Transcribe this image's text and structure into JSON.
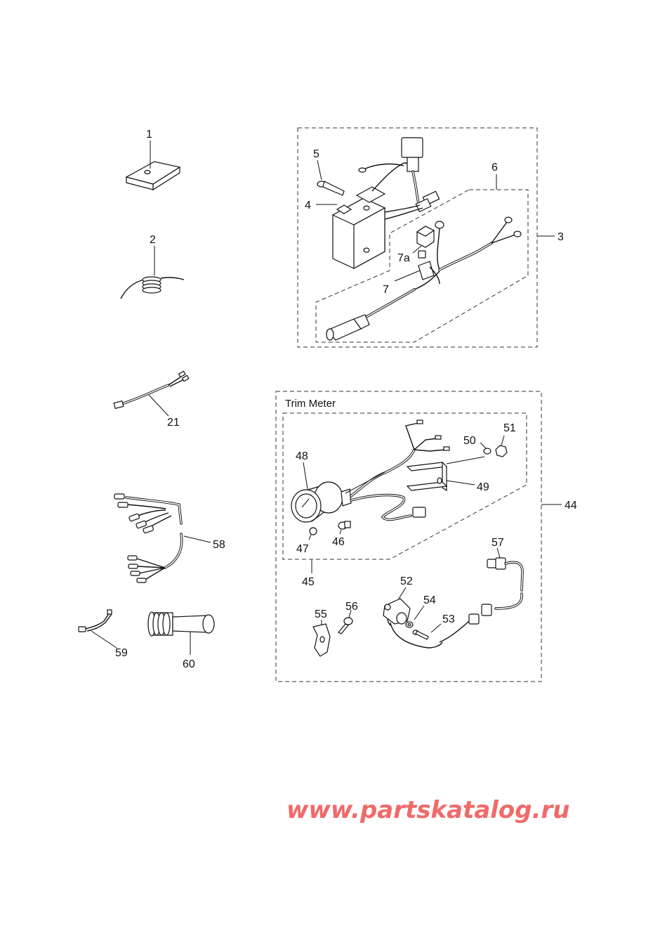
{
  "callouts": {
    "c1": "1",
    "c2": "2",
    "c3": "3",
    "c4": "4",
    "c5": "5",
    "c6": "6",
    "c7": "7",
    "c7a": "7a",
    "c21": "21",
    "c44": "44",
    "c45": "45",
    "c46": "46",
    "c47": "47",
    "c48": "48",
    "c49": "49",
    "c50": "50",
    "c51": "51",
    "c52": "52",
    "c53": "53",
    "c54": "54",
    "c55": "55",
    "c56": "56",
    "c57": "57",
    "c58": "58",
    "c59": "59",
    "c60": "60"
  },
  "groups": {
    "trim_meter_title": "Trim Meter"
  },
  "watermark": "www.partskatalog.ru",
  "colors": {
    "line": "#111111",
    "watermark": "#f06a6a",
    "background": "#ffffff"
  }
}
